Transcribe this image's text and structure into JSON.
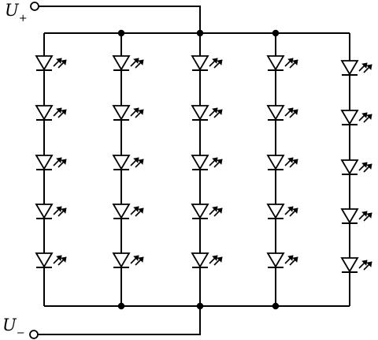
{
  "terminals": {
    "positive": {
      "symbol": "U",
      "subscript": "+"
    },
    "negative": {
      "symbol": "U",
      "subscript": "−"
    }
  },
  "array": {
    "columns": 5,
    "leds_per_column": 5
  },
  "colors": {
    "line": "#000000",
    "background": "#ffffff"
  }
}
